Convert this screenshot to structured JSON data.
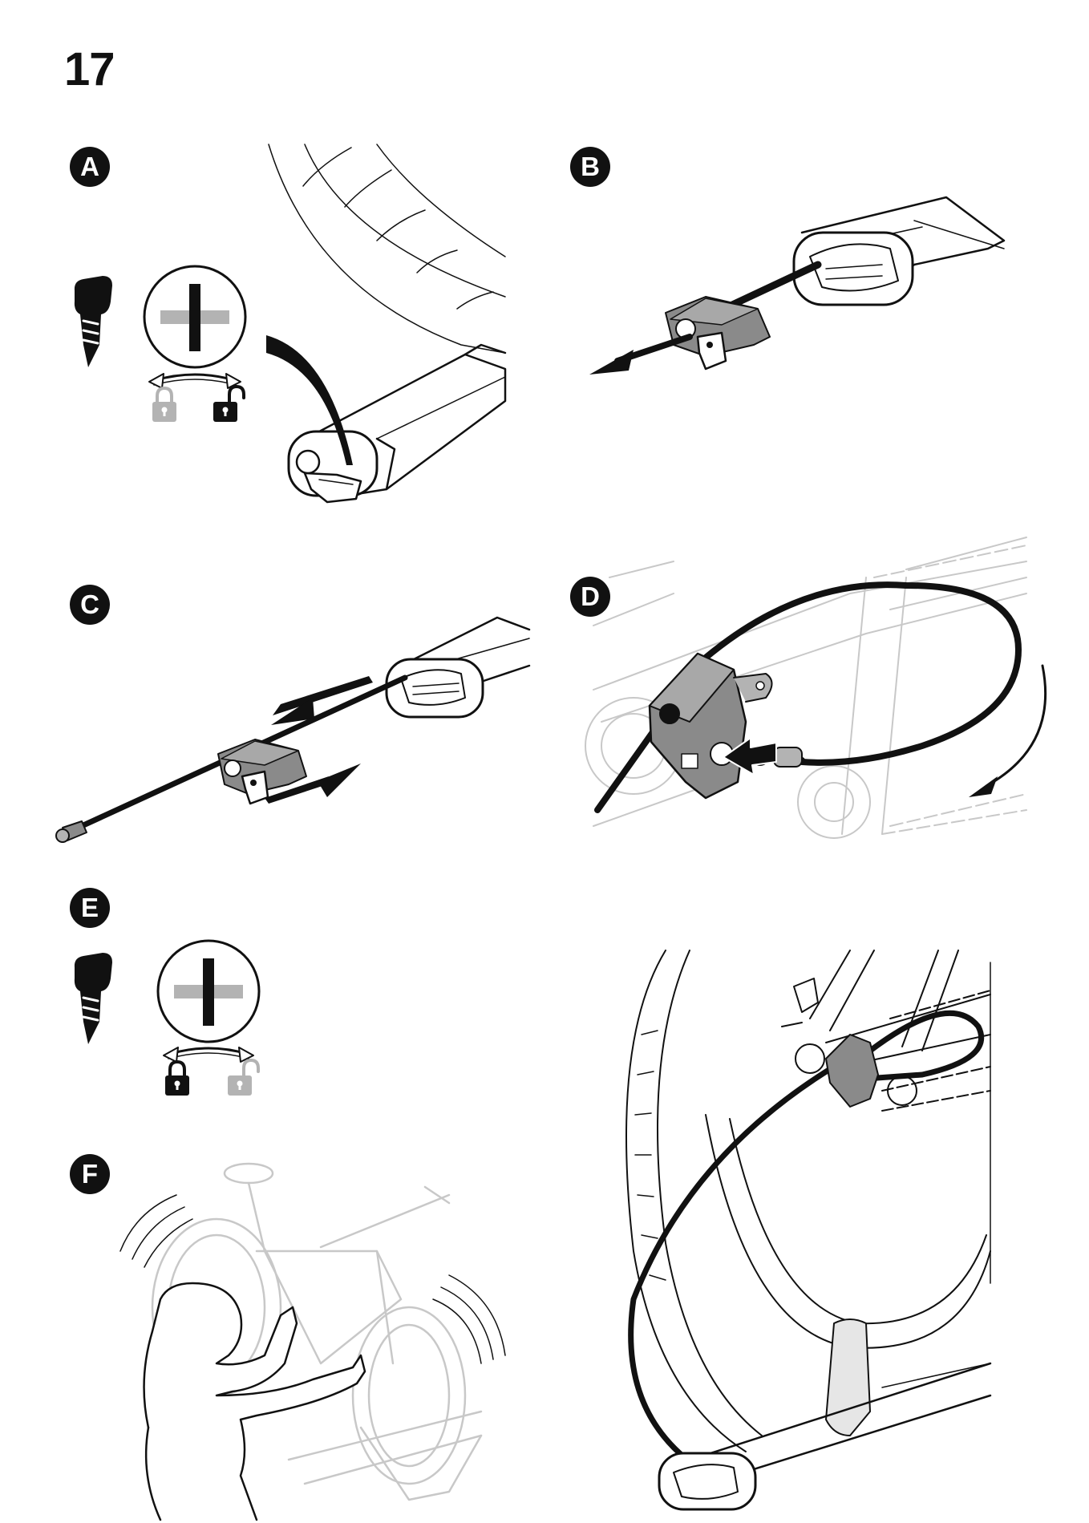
{
  "page": {
    "number": "17"
  },
  "steps": [
    {
      "id": "A",
      "label": "A"
    },
    {
      "id": "B",
      "label": "B"
    },
    {
      "id": "C",
      "label": "C"
    },
    {
      "id": "D",
      "label": "D"
    },
    {
      "id": "E",
      "label": "E"
    },
    {
      "id": "F",
      "label": "F"
    }
  ],
  "colors": {
    "ink": "#111111",
    "inactive": "#b3b3b3",
    "body": "#8a8a8a",
    "ghost": "#c8c8c8"
  }
}
